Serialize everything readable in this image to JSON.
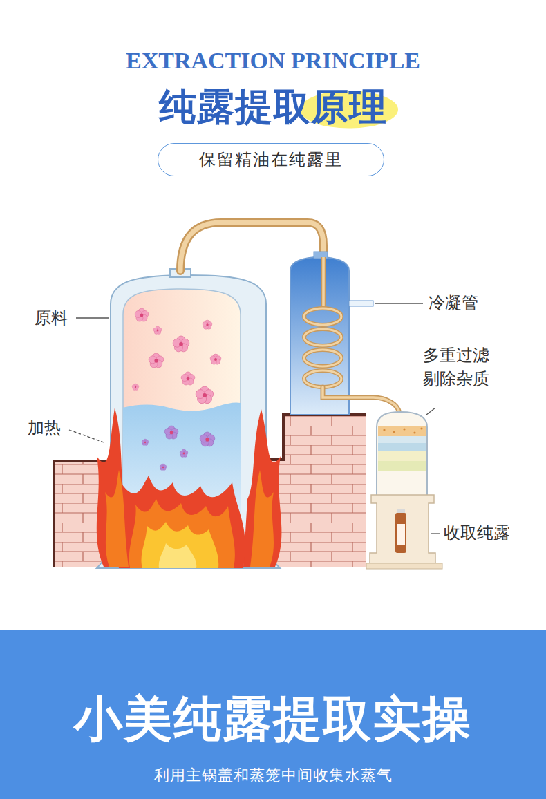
{
  "diagram": {
    "title": "纯露提取原理",
    "nodes": [
      {
        "text": [
          "保留精油在纯露里"
        ]
      },
      {
        "text": [
          "小美纯露提取实操",
          "利用主锅盖和蒸笼中间收集水蒸气"
        ]
      }
    ],
    "labels": [
      "EXTRACTION PRINCIPLE",
      "原料",
      "加热",
      "冷凝管",
      "多重过滤 剔除杂质",
      "收取纯露"
    ]
  }
}
